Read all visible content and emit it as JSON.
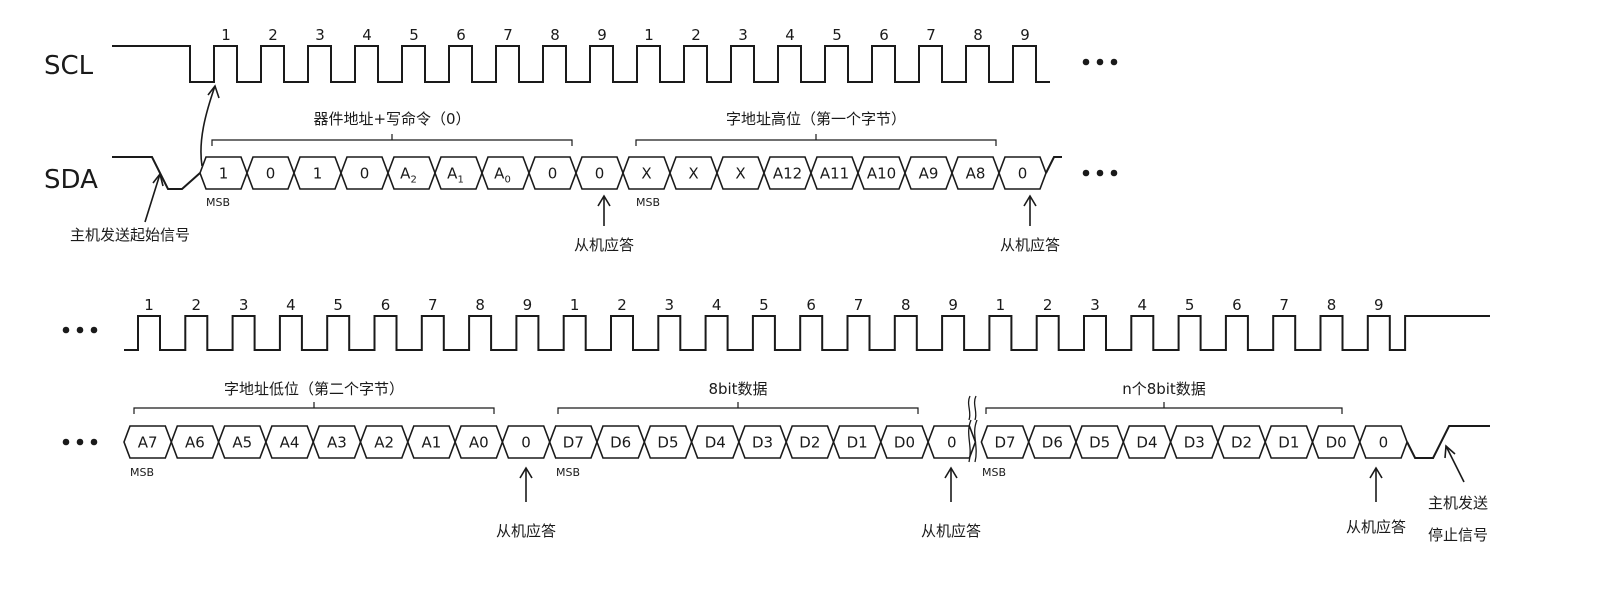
{
  "signals": {
    "scl": "SCL",
    "sda": "SDA"
  },
  "row1": {
    "clock_numbers": [
      "1",
      "2",
      "3",
      "4",
      "5",
      "6",
      "7",
      "8",
      "9",
      "1",
      "2",
      "3",
      "4",
      "5",
      "6",
      "7",
      "8",
      "9"
    ],
    "device_address_bits": [
      {
        "main": "1"
      },
      {
        "main": "0"
      },
      {
        "main": "1"
      },
      {
        "main": "0"
      },
      {
        "main": "A",
        "sub": "2"
      },
      {
        "main": "A",
        "sub": "1"
      },
      {
        "main": "A",
        "sub": "0"
      },
      {
        "main": "0"
      }
    ],
    "ack1": "0",
    "high_address_bits": [
      "X",
      "X",
      "X",
      "A12",
      "A11",
      "A10",
      "A9",
      "A8"
    ],
    "ack2": "0",
    "brace1_label": "器件地址+写命令（0）",
    "brace2_label": "字地址高位（第一个字节）",
    "msb1": "MSB",
    "msb2": "MSB",
    "start_label": "主机发送起始信号",
    "ack1_label": "从机应答",
    "ack2_label": "从机应答"
  },
  "row2": {
    "clock_numbers": [
      "1",
      "2",
      "3",
      "4",
      "5",
      "6",
      "7",
      "8",
      "9",
      "1",
      "2",
      "3",
      "4",
      "5",
      "6",
      "7",
      "8",
      "9",
      "1",
      "2",
      "3",
      "4",
      "5",
      "6",
      "7",
      "8",
      "9"
    ],
    "low_address_bits": [
      "A7",
      "A6",
      "A5",
      "A4",
      "A3",
      "A2",
      "A1",
      "A0"
    ],
    "ack1": "0",
    "data1_bits": [
      "D7",
      "D6",
      "D5",
      "D4",
      "D3",
      "D2",
      "D1",
      "D0"
    ],
    "ack2": "0",
    "data2_bits": [
      "D7",
      "D6",
      "D5",
      "D4",
      "D3",
      "D2",
      "D1",
      "D0"
    ],
    "ack3": "0",
    "brace1_label": "字地址低位（第二个字节）",
    "brace2_label": "8bit数据",
    "brace3_label": "n个8bit数据",
    "msb1": "MSB",
    "msb2": "MSB",
    "msb3": "MSB",
    "ack1_label": "从机应答",
    "ack2_label": "从机应答",
    "ack3_label": "从机应答",
    "stop_label_line1": "主机发送",
    "stop_label_line2": "停止信号"
  }
}
